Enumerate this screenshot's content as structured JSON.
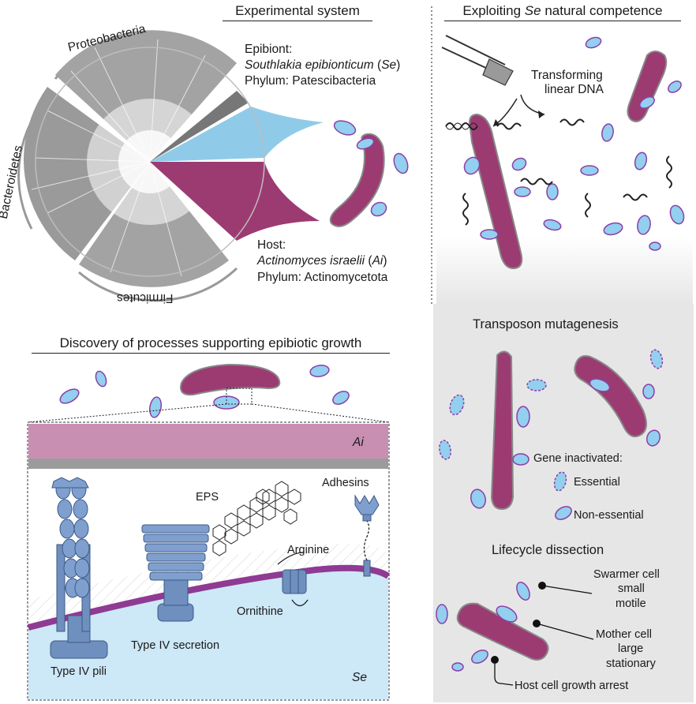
{
  "panels": {
    "experimental_system": {
      "title": "Experimental system",
      "tree_labels": {
        "top": "Proteobacteria",
        "left": "Bacteroidetes",
        "bottom": "Firmicutes"
      },
      "epibiont": {
        "line1": "Epibiont:",
        "species": "Southlakia epibionticum",
        "abbr_open": " (",
        "abbr": "Se",
        "abbr_close": ")",
        "phylum": "Phylum: Patescibacteria"
      },
      "host": {
        "line1": "Host:",
        "species": "Actinomyces israelii",
        "abbr_open": " (",
        "abbr": "Ai",
        "abbr_close": ")",
        "phylum": "Phylum: Actinomycetota"
      }
    },
    "natural_competence": {
      "title_prefix": "Exploiting ",
      "title_italic": "Se",
      "title_suffix": " natural competence",
      "dna_label_line1": "Transforming",
      "dna_label_line2": "linear DNA"
    },
    "discovery": {
      "title": "Discovery of processes supporting epibiotic growth",
      "layer_host": "Ai",
      "layer_epibiont": "Se",
      "eps": "EPS",
      "adhesins": "Adhesins",
      "arginine": "Arginine",
      "ornithine": "Ornithine",
      "type4_secretion": "Type IV secretion",
      "type4_pili": "Type IV pili"
    },
    "transposon": {
      "title": "Transposon mutagenesis",
      "legend_title": "Gene inactivated:",
      "legend_essential": "Essential",
      "legend_nonessential": "Non-essential"
    },
    "lifecycle": {
      "title": "Lifecycle dissection",
      "swarmer_1": "Swarmer cell",
      "swarmer_2": "small",
      "swarmer_3": "motile",
      "mother_1": "Mother cell",
      "mother_2": "large",
      "mother_3": "stationary",
      "arrest": "Host cell growth arrest"
    }
  },
  "colors": {
    "host_magenta": "#9c3b72",
    "epibiont_blue": "#93cfee",
    "epibiont_outline": "#8b3fa8",
    "tree_gray": "#8c8c8c",
    "clade_blue": "#8fcbe8",
    "clade_magenta": "#9c3b72",
    "panel_gray": "#e6e6e6",
    "membrane_purple": "#8f3a93",
    "cytoplasm_blue": "#cde8f6",
    "host_layer": "#c98fb3",
    "protein_blue": "#6f8fbf"
  }
}
